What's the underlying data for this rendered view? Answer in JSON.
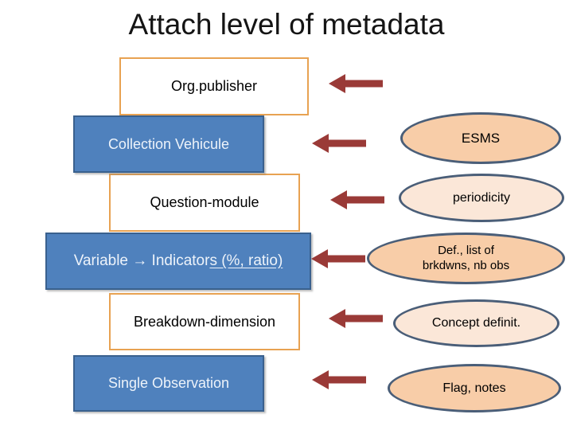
{
  "title": "Attach level of metadata",
  "boxes": [
    {
      "label": "Org.publisher"
    },
    {
      "label": "Collection Vehicule"
    },
    {
      "label": "Question-module"
    },
    {
      "label_main": "Variable → Indicator",
      "label_underlined": "s (%, ratio)"
    },
    {
      "label": "Breakdown-dimension"
    },
    {
      "label": "Single Observation"
    }
  ],
  "ovals": [
    {
      "label": "ESMS"
    },
    {
      "label": "periodicity"
    },
    {
      "line1": "Def., list of",
      "line2": "brkdwns, nb obs"
    },
    {
      "label": "Concept definit."
    },
    {
      "label": "Flag, notes"
    }
  ],
  "colors": {
    "arrow": "#9A3A37",
    "box_blue_fill": "#4F81BD",
    "box_blue_border": "#3A618E",
    "box_outline_border": "#E8A252",
    "oval_fill_dark": "#F8CDA8",
    "oval_fill_light": "#FBE7D8",
    "oval_border": "#4A5E78",
    "title_text": "#141414"
  }
}
